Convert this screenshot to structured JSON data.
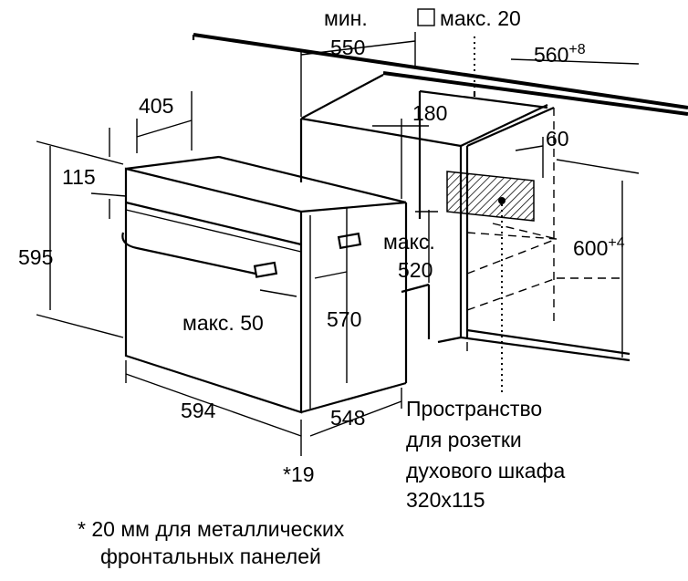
{
  "diagram": {
    "labels": {
      "min": "мин.",
      "max20": "макс. 20",
      "d550": "550",
      "d560": "560",
      "d560_tol": "+8",
      "d405": "405",
      "d180": "180",
      "d60": "60",
      "d115": "115",
      "d595": "595",
      "max_a": "макс.",
      "d520": "520",
      "d600": "600",
      "d600_tol": "+4",
      "max50": "макс. 50",
      "d570": "570",
      "d594": "594",
      "d548": "548",
      "d19": "*19"
    },
    "socket_note": [
      "Пространство",
      "для розетки",
      "духового шкафа",
      "320x115"
    ],
    "footnote": [
      "* 20 мм для металлических",
      "фронтальных панелей"
    ],
    "hatch_color": "#000000"
  }
}
